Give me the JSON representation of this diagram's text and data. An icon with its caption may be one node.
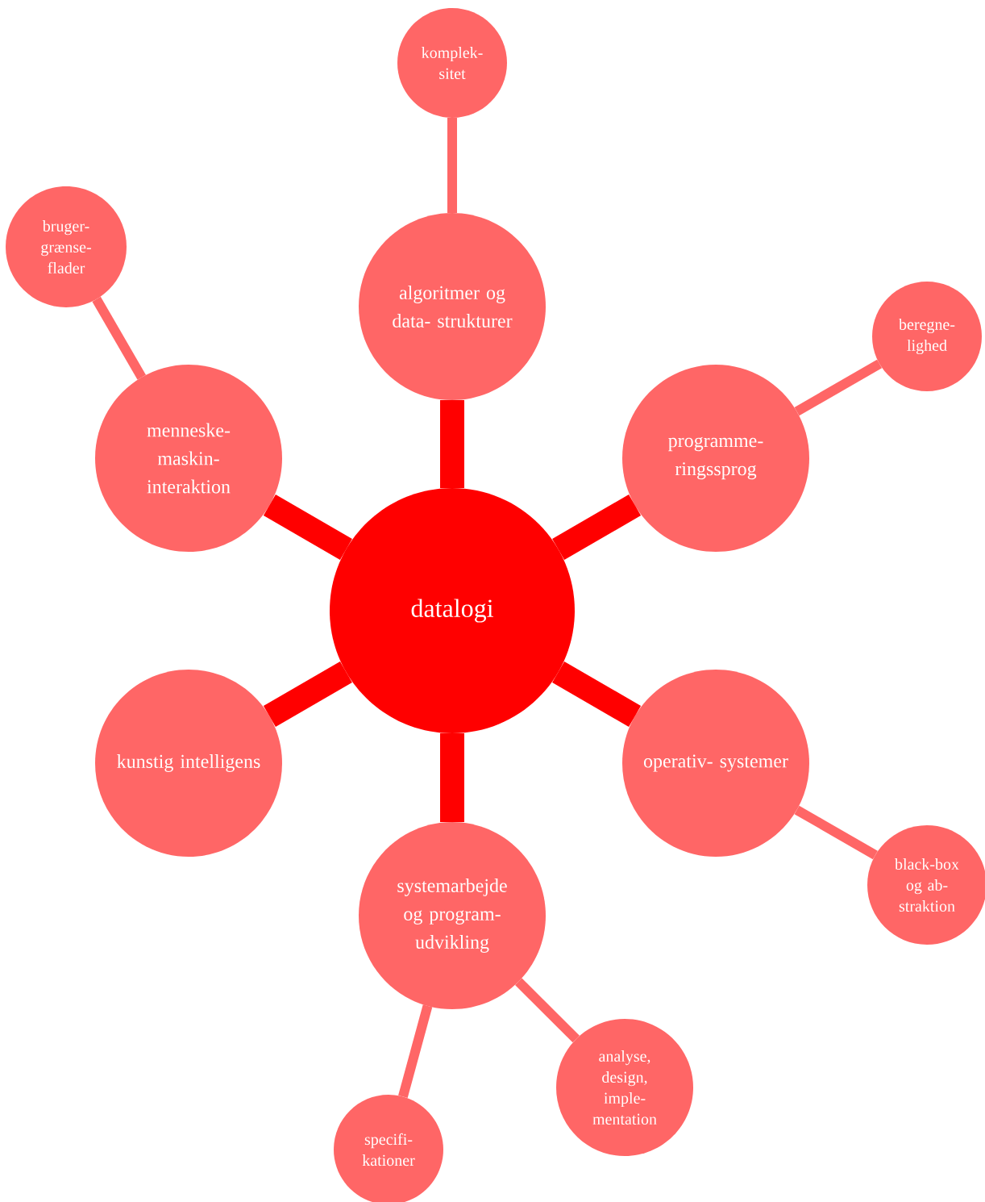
{
  "diagram": {
    "nodes": [
      {
        "text": [
          "datalogi"
        ]
      },
      {
        "text": [
          "algoritmer og data- strukturer"
        ]
      },
      {
        "text": [
          "komplek- sitet"
        ]
      },
      {
        "text": [
          "programme- ringssprog"
        ]
      },
      {
        "text": [
          "beregne- lighed"
        ]
      },
      {
        "text": [
          "operativ- systemer"
        ]
      },
      {
        "text": [
          "black-box og ab- straktion"
        ]
      },
      {
        "text": [
          "systemarbejde og program- udvikling"
        ]
      },
      {
        "text": [
          "specifi- kationer"
        ]
      },
      {
        "text": [
          "analyse, design, imple- mentation"
        ]
      },
      {
        "text": [
          "kunstig intelligens"
        ]
      },
      {
        "text": [
          "menneske- maskin- interaktion"
        ]
      },
      {
        "text": [
          "bruger- grænse- flader"
        ]
      }
    ],
    "edges": [
      {
        "from": 0,
        "to": 1,
        "arrow": "none",
        "style": "thick",
        "color": "#ff0000"
      },
      {
        "from": 1,
        "to": 2,
        "arrow": "none",
        "color": "#ff6666"
      },
      {
        "from": 0,
        "to": 3,
        "arrow": "none",
        "style": "thick",
        "color": "#ff0000"
      },
      {
        "from": 3,
        "to": 4,
        "arrow": "none",
        "color": "#ff6666"
      },
      {
        "from": 0,
        "to": 5,
        "arrow": "none",
        "style": "thick",
        "color": "#ff0000"
      },
      {
        "from": 5,
        "to": 6,
        "arrow": "none",
        "color": "#ff6666"
      },
      {
        "from": 0,
        "to": 7,
        "arrow": "none",
        "style": "thick",
        "color": "#ff0000"
      },
      {
        "from": 7,
        "to": 8,
        "arrow": "none",
        "color": "#ff6666"
      },
      {
        "from": 7,
        "to": 9,
        "arrow": "none",
        "color": "#ff6666"
      },
      {
        "from": 0,
        "to": 10,
        "arrow": "none",
        "style": "thick",
        "color": "#ff0000"
      },
      {
        "from": 0,
        "to": 11,
        "arrow": "none",
        "style": "thick",
        "color": "#ff0000"
      },
      {
        "from": 11,
        "to": 12,
        "arrow": "none",
        "color": "#ff6666"
      }
    ]
  }
}
